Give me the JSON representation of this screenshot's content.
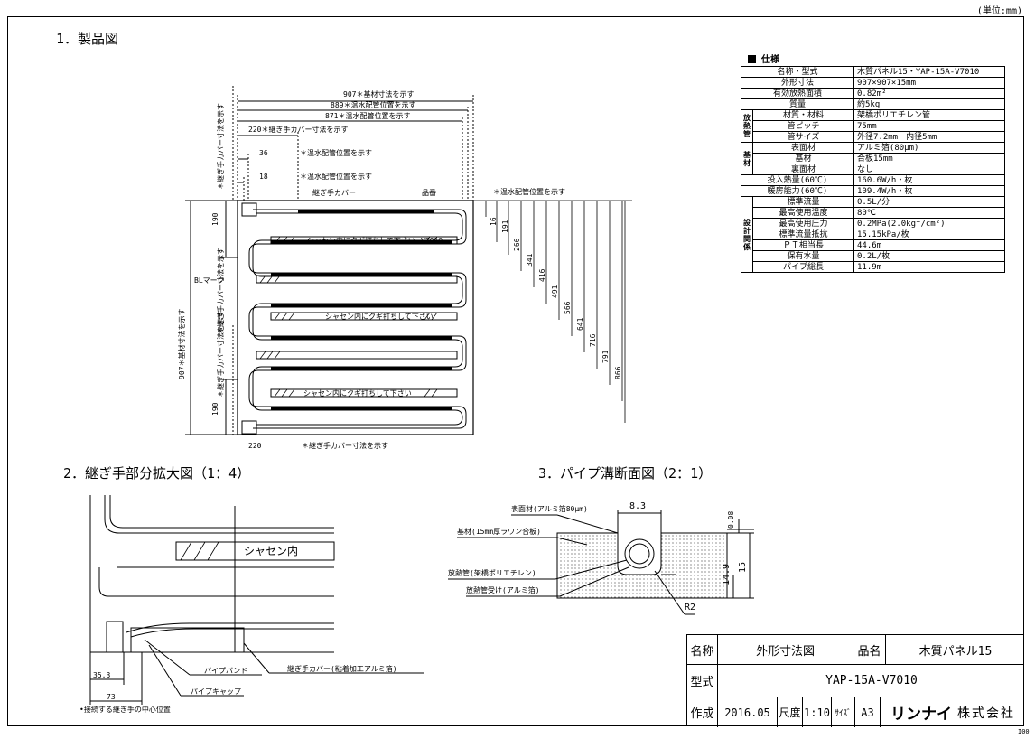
{
  "unit_note": "(単位:mm)",
  "sections": {
    "product": "1．製品図",
    "joint": "2．継ぎ手部分拡大図（1：4）",
    "section": "3．パイプ溝断面図（2：1）"
  },
  "drawing_labels": {
    "dim_907_top": "907＊基材寸法を示す",
    "dim_889": "889＊温水配管位置を示す",
    "dim_871": "871＊温水配管位置を示す",
    "dim_220_top": "220＊継ぎ手カバー寸法を示す",
    "dim_36": "36",
    "dim_36_note": "＊温水配管位置を示す",
    "dim_18": "18",
    "dim_18_note": "＊温水配管位置を示す",
    "right_note": "＊温水配管位置を示す",
    "joint_cover": "継ぎ手カバー",
    "product_no": "品番",
    "v7010": "V7010",
    "bl_mark": "BLマーク",
    "dim_220_bottom": "220",
    "dim_220_bottom_note": "＊継ぎ手カバー寸法を示す",
    "dim_190_top": "190",
    "dim_190_bottom": "190",
    "left_907": "907＊基材寸法を示す",
    "left_vert_top": "＊継ぎ手カバー寸法を示す",
    "left_vert_mid": "＊継ぎ手カバー寸法を示す",
    "left_vert_bottom": "＊継ぎ手カバー寸法を示す",
    "hatch_text": "シャセン内にクギ打ちして下さい",
    "hatch_text2": "シャセン内",
    "right_dims": [
      "16",
      "191",
      "266",
      "341",
      "416",
      "491",
      "566",
      "641",
      "716",
      "791",
      "866"
    ],
    "pipe_band": "パイプバンド",
    "pipe_cap": "パイプキャップ",
    "joint_cover_full": "継ぎ手カバー(粘着加工アルミ箔)",
    "dim_35_3": "35.3",
    "dim_73": "73",
    "center_note": "•接続する継ぎ手の中心位置",
    "surface_mat": "表面材(アルミ箔80μm)",
    "base_mat": "基材(15mm厚ラワン合板)",
    "heat_pipe": "放熱管(架橋ポリエチレン)",
    "pipe_holder": "放熱管受け(アルミ箔)",
    "dim_8_3": "8.3",
    "dim_0_08": "0.08",
    "dim_14_9": "14.9",
    "dim_15": "15",
    "r2": "R2"
  },
  "spec": {
    "heading": "仕様",
    "rows": [
      {
        "label": "名称・型式",
        "value": "木質パネル15・YAP-15A-V7010"
      },
      {
        "label": "外形寸法",
        "value": "907×907×15mm"
      },
      {
        "label": "有効放熱面積",
        "value": "0.82m²"
      },
      {
        "label": "質量",
        "value": "約5kg"
      },
      {
        "group": "放熱管",
        "label": "材質・材料",
        "value": "架橋ポリエチレン管"
      },
      {
        "label": "管ピッチ",
        "value": "75mm"
      },
      {
        "label": "管サイズ",
        "value": "外径7.2mm　内径5mm"
      },
      {
        "group": "基材",
        "label": "表面材",
        "value": "アルミ箔(80μm)"
      },
      {
        "label": "基材",
        "value": "合板15mm"
      },
      {
        "label": "裏面材",
        "value": "なし"
      },
      {
        "label": "投入熱量(60℃)",
        "value": "160.6W/h・枚"
      },
      {
        "label": "暖房能力(60℃)",
        "value": "109.4W/h・枚"
      },
      {
        "group": "設計関係",
        "label": "標準流量",
        "value": "0.5L/分"
      },
      {
        "label": "最高使用温度",
        "value": "80℃"
      },
      {
        "label": "最高使用圧力",
        "value": "0.2MPa(2.0kgf/cm²)"
      },
      {
        "label": "標準流量抵抗",
        "value": "15.15kPa/枚"
      },
      {
        "label": "ＰＴ相当長",
        "value": "44.6m"
      },
      {
        "label": "保有水量",
        "value": "0.2L/枚"
      },
      {
        "label": "パイプ総長",
        "value": "11.9m"
      }
    ]
  },
  "title_block": {
    "name_label": "名称",
    "name_value": "外形寸法図",
    "product_label": "品名",
    "product_value": "木質パネル15",
    "model_label": "型式",
    "model_value": "YAP-15A-V7010",
    "made_label": "作成",
    "made_value": "2016.05",
    "scale_label": "尺度",
    "scale_value": "1:10",
    "size_label": "ｻｲｽﾞ",
    "size_value": "A3",
    "company_logo": "リンナイ",
    "company_suffix": "株式会社"
  },
  "corner_code": "I00"
}
